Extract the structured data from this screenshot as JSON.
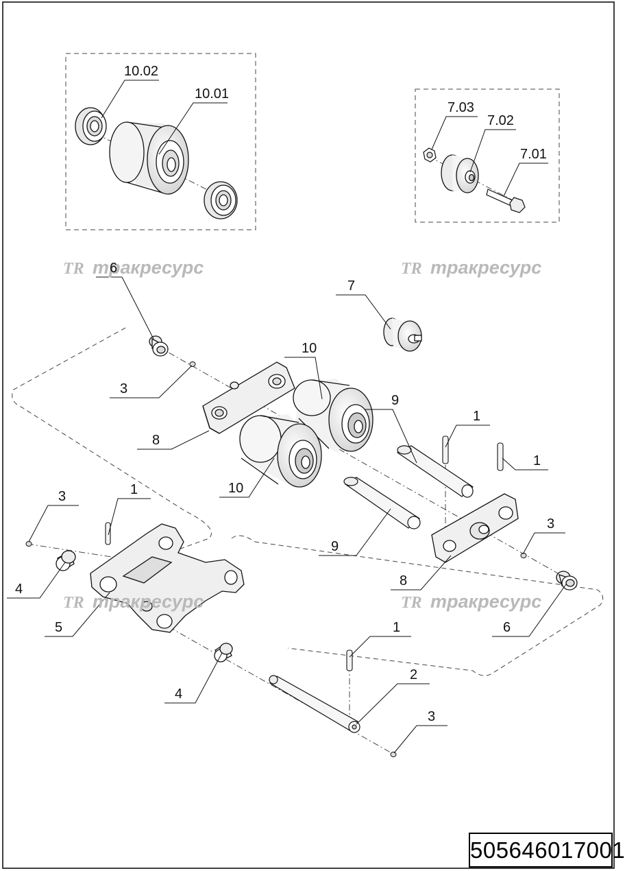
{
  "document_number": "505646017001",
  "watermark": {
    "logo": "TR",
    "text": "тракресурс"
  },
  "labels": {
    "l10_02": "10.02",
    "l10_01": "10.01",
    "l7_03": "7.03",
    "l7_02": "7.02",
    "l7_01": "7.01",
    "l6a": "6",
    "l7": "7",
    "l3a": "3",
    "l10a": "10",
    "l9a": "9",
    "l1a": "1",
    "l1b": "1",
    "l8a": "8",
    "l10b": "10",
    "l3b": "3",
    "l1c": "1",
    "l9b": "9",
    "l3c": "3",
    "l4a": "4",
    "l8b": "8",
    "l5": "5",
    "l6b": "6",
    "l1d": "1",
    "l2": "2",
    "l4b": "4",
    "l3d": "3"
  }
}
